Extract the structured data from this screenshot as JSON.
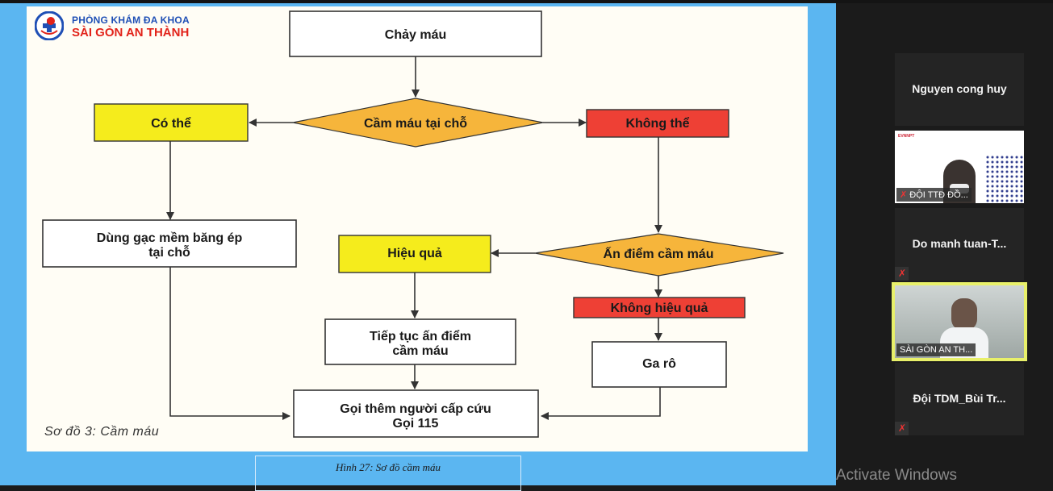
{
  "window": {
    "title": "Video meeting – shared screen"
  },
  "slide": {
    "logo": {
      "line1": "PHÒNG  KHÁM ĐA KHOA",
      "line2": "SÀI GÒN AN  THÀNH",
      "icon": "clinic-logo-icon"
    },
    "diagram_label": "Sơ đồ 3: Cầm máu",
    "caption": "Hình 27:  Sơ đồ cầm máu",
    "nodes": {
      "bleeding": "Chảy máu",
      "stop_on_site": "Cầm máu tại chỗ",
      "can": "Có thể",
      "cannot": "Không thể",
      "gauze": [
        "Dùng gạc mềm băng ép",
        "tại chỗ"
      ],
      "press_point": "Ấn điểm cầm máu",
      "effective": "Hiệu quả",
      "not_effective": "Không hiệu quả",
      "continue_press": [
        "Tiếp tục ấn điểm",
        "cầm máu"
      ],
      "tourniquet": "Ga rô",
      "call_help": [
        "Gọi thêm người cấp cứu",
        "Gọi 115"
      ]
    },
    "colors": {
      "decision": "#f6b53b",
      "yes": "#f5ec1c",
      "no": "#ee4035",
      "plain": "#ffffff"
    }
  },
  "participants": [
    {
      "name": "Nguyen cong huy",
      "video": false,
      "muted": false
    },
    {
      "name": "ĐỘI TTĐ ĐỒ...",
      "video": true,
      "muted": true
    },
    {
      "name": "Do manh tuan-T...",
      "video": false,
      "muted": true
    },
    {
      "name": "SÀI GÒN AN TH...",
      "video": true,
      "muted": false,
      "active_speaker": true
    },
    {
      "name": "Đội TDM_Bùi Tr...",
      "video": false,
      "muted": true
    }
  ],
  "watermark": "Activate Windows"
}
